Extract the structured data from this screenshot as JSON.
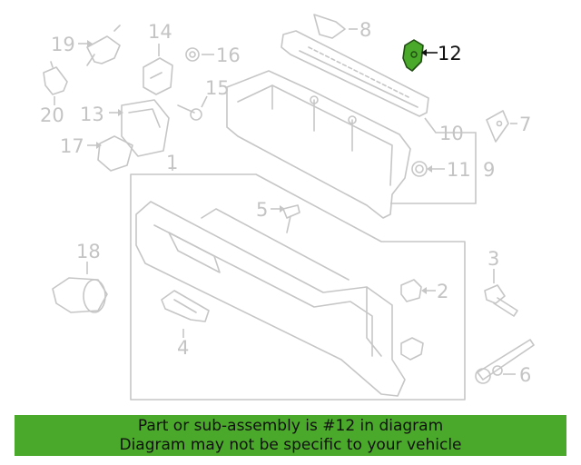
{
  "diagram": {
    "highlight_color": "#4aa82a",
    "callouts": {
      "c1": "1",
      "c2": "2",
      "c3": "3",
      "c4": "4",
      "c5": "5",
      "c6": "6",
      "c7": "7",
      "c8": "8",
      "c9": "9",
      "c10": "10",
      "c11": "11",
      "c12": "12",
      "c13": "13",
      "c14": "14",
      "c15": "15",
      "c16": "16",
      "c17": "17",
      "c18": "18",
      "c19": "19",
      "c20": "20"
    }
  },
  "banner": {
    "line1": "Part or sub-assembly is #12 in diagram",
    "line2": "Diagram may not be specific to your vehicle",
    "background": "#4aa82a"
  }
}
